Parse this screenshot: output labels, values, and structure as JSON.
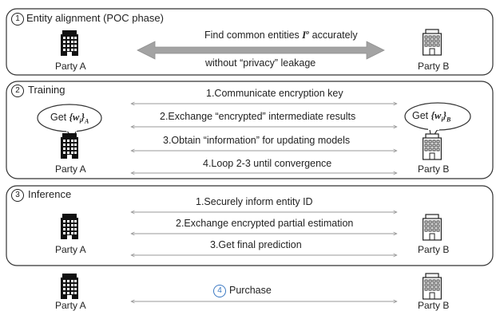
{
  "panel1": {
    "number": "1",
    "title": "Entity alignment (POC phase)",
    "top_label_prefix": "Find common entities",
    "top_label_math": "I",
    "top_label_math_sup": "o",
    "top_label_suffix": "accurately",
    "bottom_label": "without “privacy” leakage",
    "party_left": "Party A",
    "party_right": "Party B"
  },
  "panel2": {
    "number": "2",
    "title": "Training",
    "bubble_left_prefix": "Get",
    "bubble_left_math": "{w",
    "bubble_left_math_sub": "i",
    "bubble_left_math_close": "}",
    "bubble_left_math_party": "A",
    "bubble_right_prefix": "Get",
    "bubble_right_math": "{w",
    "bubble_right_math_sub": "i",
    "bubble_right_math_close": "}",
    "bubble_right_math_party": "B",
    "steps": [
      "1.Communicate encryption key",
      "2.Exchange “encrypted” intermediate results",
      "3.Obtain “information” for updating models",
      "4.Loop 2-3 until convergence"
    ],
    "party_left": "Party A",
    "party_right": "Party B"
  },
  "panel3": {
    "number": "3",
    "title": "Inference",
    "steps": [
      "1.Securely inform entity ID",
      "2.Exchange encrypted partial estimation",
      "3.Get final prediction"
    ],
    "party_left": "Party A",
    "party_right": "Party B"
  },
  "step4": {
    "number": "4",
    "label": "Purchase",
    "party_left": "Party A",
    "party_right": "Party B"
  },
  "colors": {
    "ink": "#222222",
    "arrow_thin": "#9a9a9a",
    "arrow_thick": "#9b9b9b",
    "accent_blue": "#3a78c2"
  },
  "icons": {
    "party_a": "dark-building-icon",
    "party_b": "light-building-icon"
  }
}
